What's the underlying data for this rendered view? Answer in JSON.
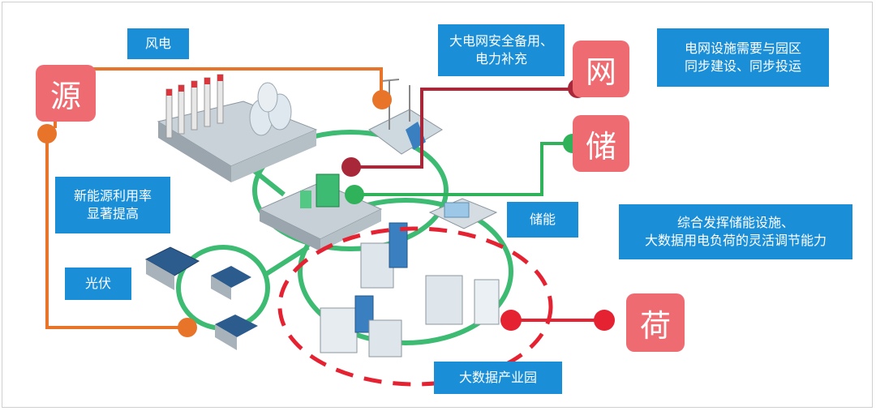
{
  "badges": {
    "source": "源",
    "grid": "网",
    "storage": "储",
    "load": "荷"
  },
  "labels": {
    "wind": "风电",
    "grid_note": "大电网安全备用、\n电力补充",
    "sync_note": "电网设施需要与园区\n同步建设、同步投运",
    "renewable_note": "新能源利用率\n显著提高",
    "storage_label": "储能",
    "flex_note": "综合发挥储能设施、\n大数据用电负荷的灵活调节能力",
    "solar": "光伏",
    "park": "大数据产业园"
  },
  "colors": {
    "label_bg": "#1a8fd8",
    "badge_bg": "#ef6b72",
    "source_line": "#e8742a",
    "grid_line": "#a8283a",
    "storage_line": "#2fb25a",
    "load_line": "#e52232",
    "ring": "#3dbb72"
  }
}
